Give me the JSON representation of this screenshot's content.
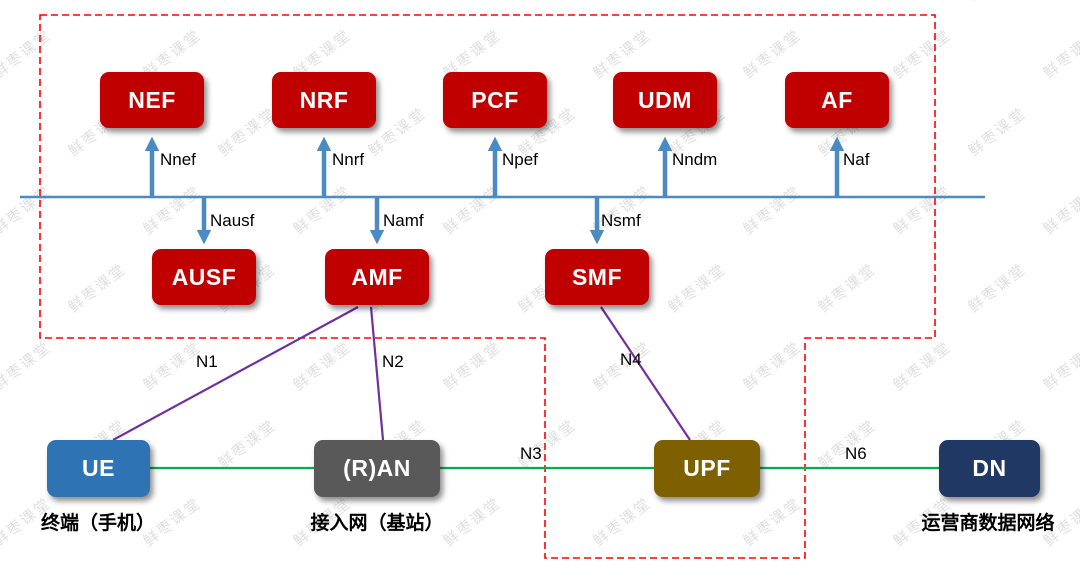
{
  "watermark": {
    "text": "鲜枣课堂"
  },
  "nodes": {
    "nef": "NEF",
    "nrf": "NRF",
    "pcf": "PCF",
    "udm": "UDM",
    "af": "AF",
    "ausf": "AUSF",
    "amf": "AMF",
    "smf": "SMF",
    "ue": "UE",
    "ran": "(R)AN",
    "upf": "UPF",
    "dn": "DN"
  },
  "interfaces": {
    "nnef": "Nnef",
    "nnrf": "Nnrf",
    "npef": "Npef",
    "nndm": "Nndm",
    "naf": "Naf",
    "nausf": "Nausf",
    "namf": "Namf",
    "nsmf": "Nsmf",
    "n1": "N1",
    "n2": "N2",
    "n3": "N3",
    "n4": "N4",
    "n6": "N6"
  },
  "captions": {
    "ue": "终端（手机）",
    "ran": "接入网（基站）",
    "dn": "运营商数据网络"
  },
  "colors": {
    "node-red": "#c00000",
    "node-blue": "#2e74b5",
    "node-gray": "#595959",
    "node-olive": "#7f6000",
    "node-navy": "#1f3864",
    "bus-blue": "#4a8bc4",
    "line-purple": "#7030a0",
    "line-green": "#00b050",
    "boundary-red": "#ff0000"
  }
}
